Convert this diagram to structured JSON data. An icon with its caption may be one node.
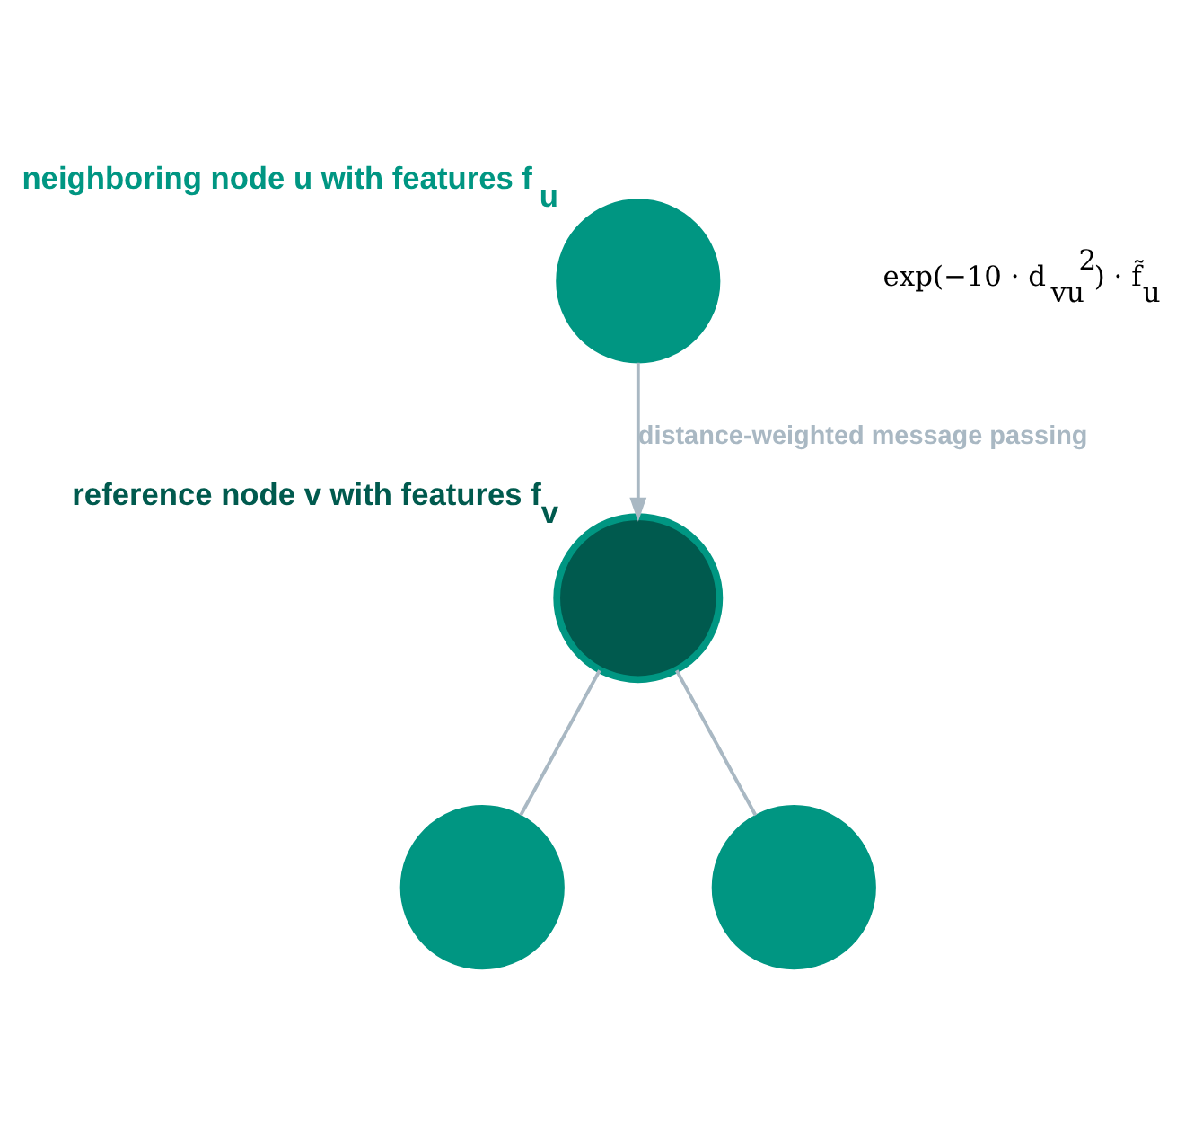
{
  "diagram": {
    "nodes": [
      {
        "text": [],
        "shape": "circle",
        "beside": [
          "neighboring node u with features f$_{u}$"
        ]
      },
      {
        "text": [],
        "shape": "circle",
        "beside": [
          "reference node v with features f$_{v}$"
        ]
      },
      {
        "text": [],
        "shape": "circle"
      },
      {
        "text": [],
        "shape": "circle"
      }
    ],
    "edges": [
      {
        "from": 0,
        "to": 1,
        "arrow": "to",
        "label": "distance-weighted message passing"
      },
      {
        "from": 1,
        "to": 2,
        "arrow": "none"
      },
      {
        "from": 1,
        "to": 3,
        "arrow": "none"
      }
    ],
    "labels": [
      "exp(−10 · d$_{vu}$$^{2}$) · f̃$_{u}$"
    ]
  }
}
